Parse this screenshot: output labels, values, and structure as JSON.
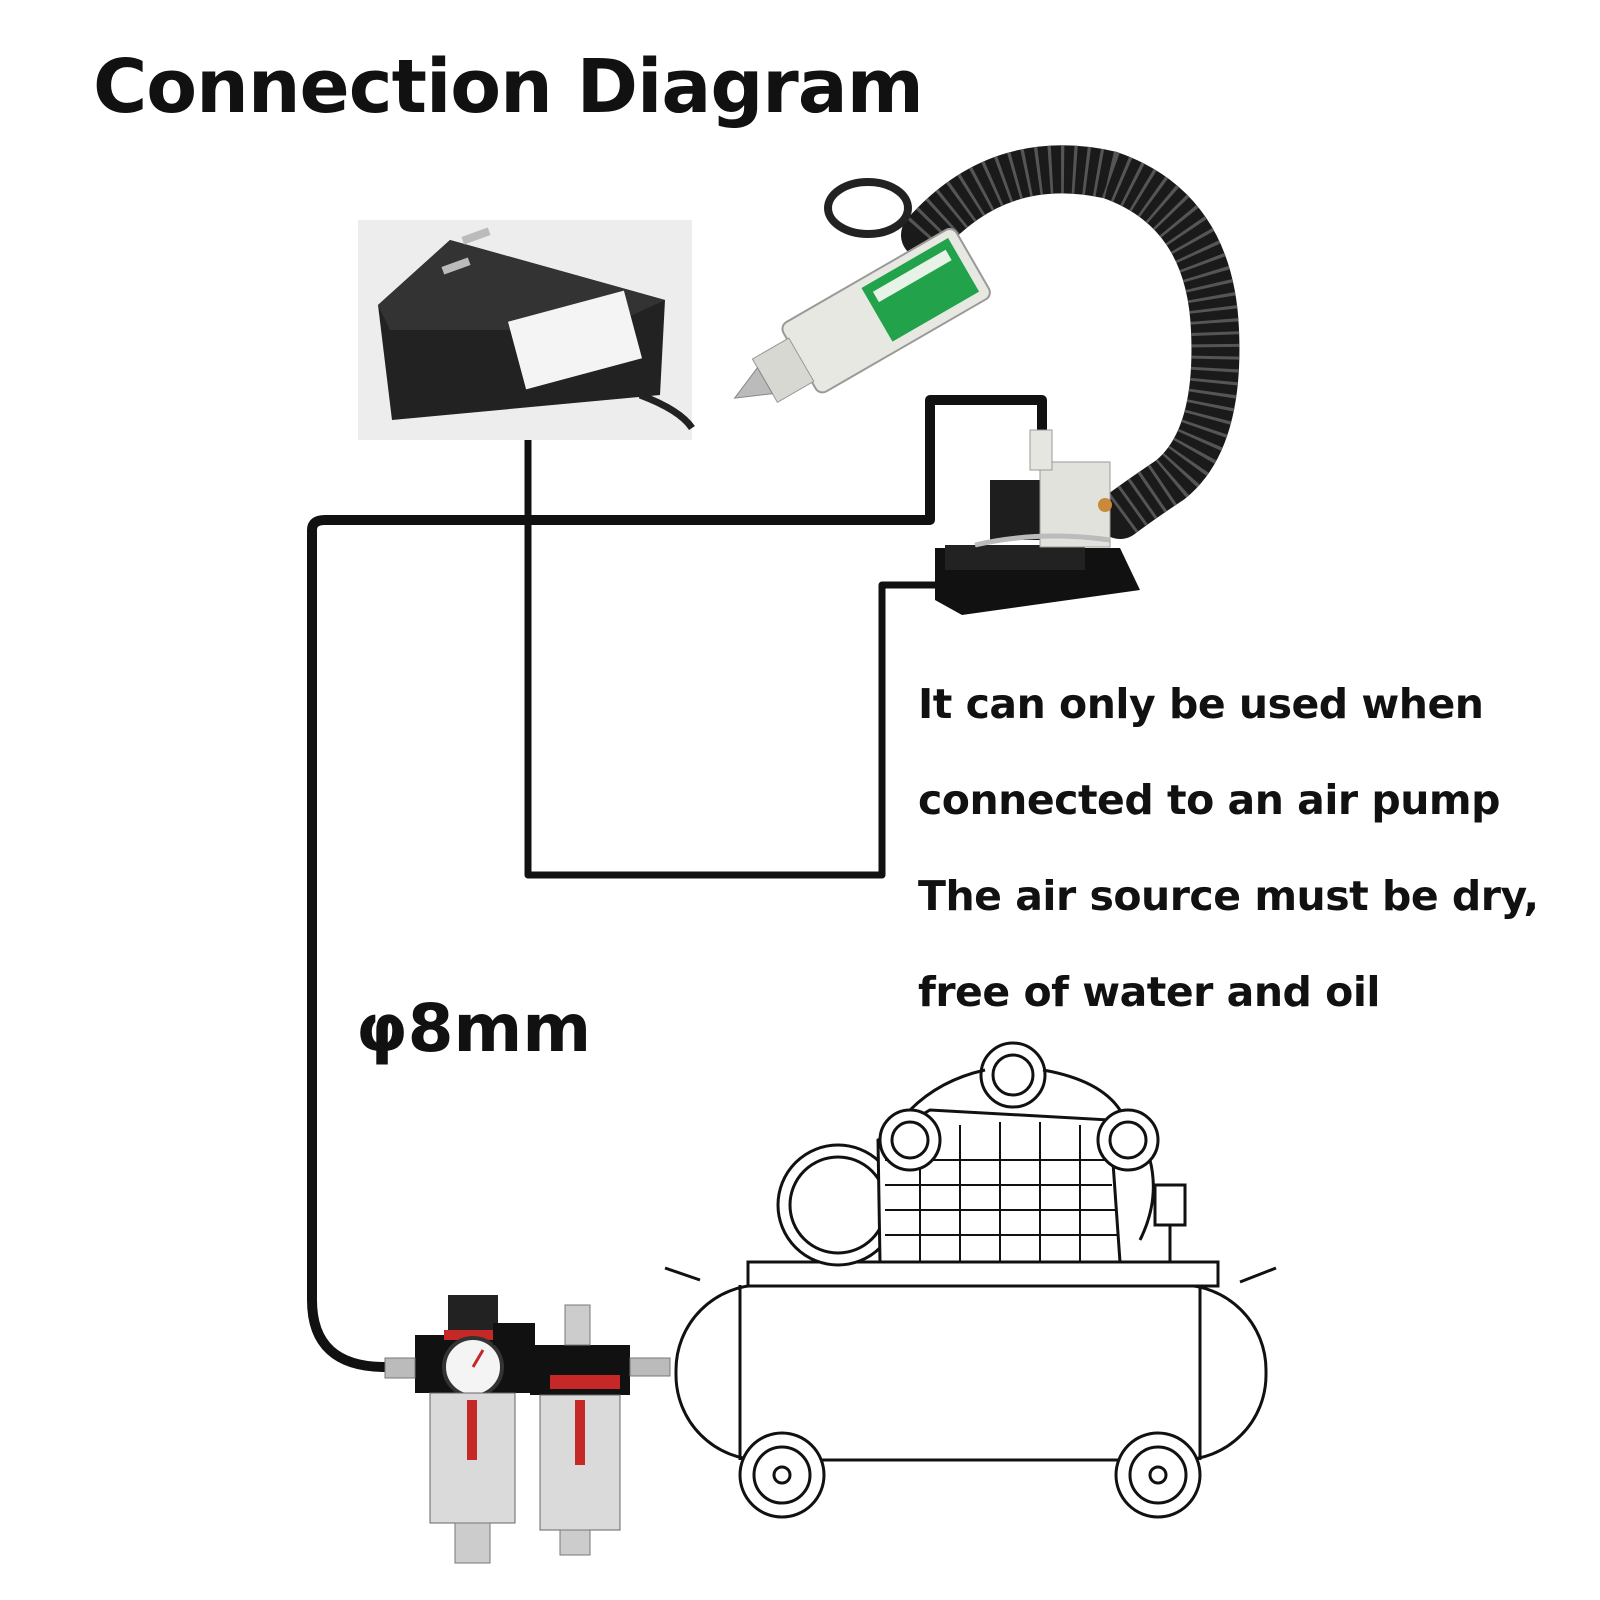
{
  "title": "Connection Diagram",
  "notes": [
    "It can only be used when",
    "connected to an air pump",
    "The air source must be dry,",
    "free of water and oil"
  ],
  "tube_size_label": "φ8mm",
  "components": {
    "power_adapter": "power-adapter",
    "ion_air_gun": "ion-air-gun",
    "solenoid_valve": "solenoid-valve",
    "filter_regulator": "filter-regulator",
    "air_compressor": "air-compressor"
  },
  "colors": {
    "line": "#111111",
    "adapter_bg": "#ededed",
    "gun_label": "#22a24a"
  }
}
